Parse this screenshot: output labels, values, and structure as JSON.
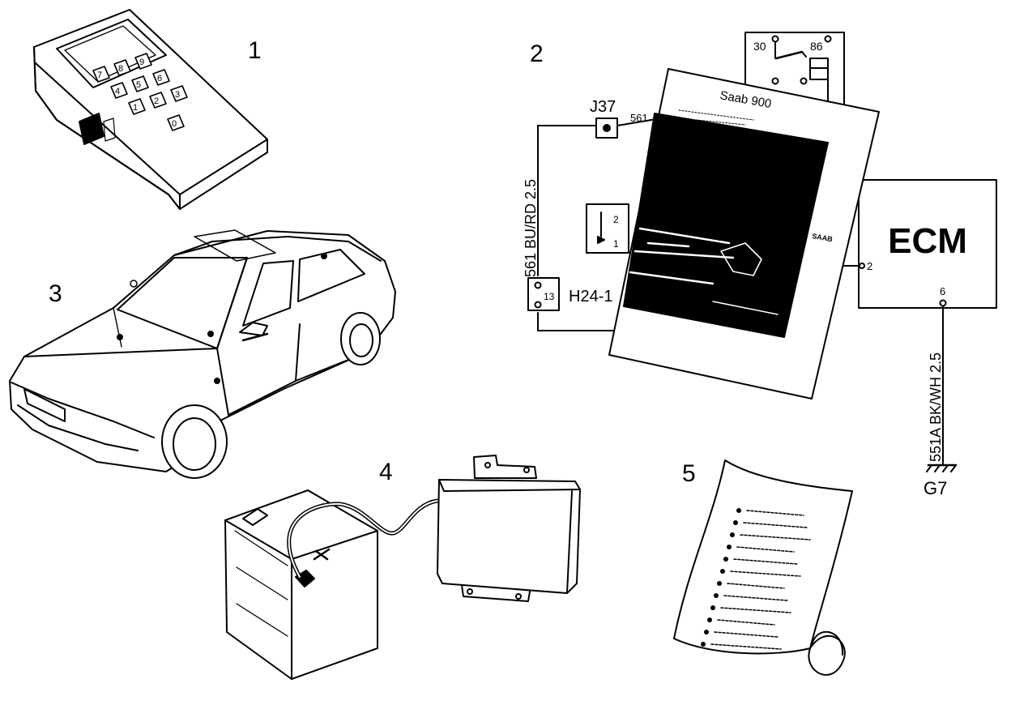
{
  "callouts": {
    "n1": "1",
    "n2": "2",
    "n3": "3",
    "n4": "4",
    "n5": "5"
  },
  "tester": {
    "keys": [
      "7",
      "8",
      "9",
      "4",
      "5",
      "6",
      "1",
      "2",
      "3",
      "0"
    ]
  },
  "manual": {
    "title": "Saab 900",
    "side_brand": "SAAB"
  },
  "relay": {
    "pin_a": "30",
    "pin_b": "86"
  },
  "wiring": {
    "connector_j37": "J37",
    "wire_561": "561",
    "wire_561_full": "561 BU/RD 2.5",
    "connector_h24": "H24-1",
    "h24_pin": "13",
    "switch_pin_top": "2",
    "switch_pin_bottom": "1",
    "ecm_label": "ECM",
    "ecm_pin_left": "2",
    "ecm_pin_bottom": "6",
    "wire_551a": "551A BK/WH 2.5",
    "ground": "G7"
  }
}
